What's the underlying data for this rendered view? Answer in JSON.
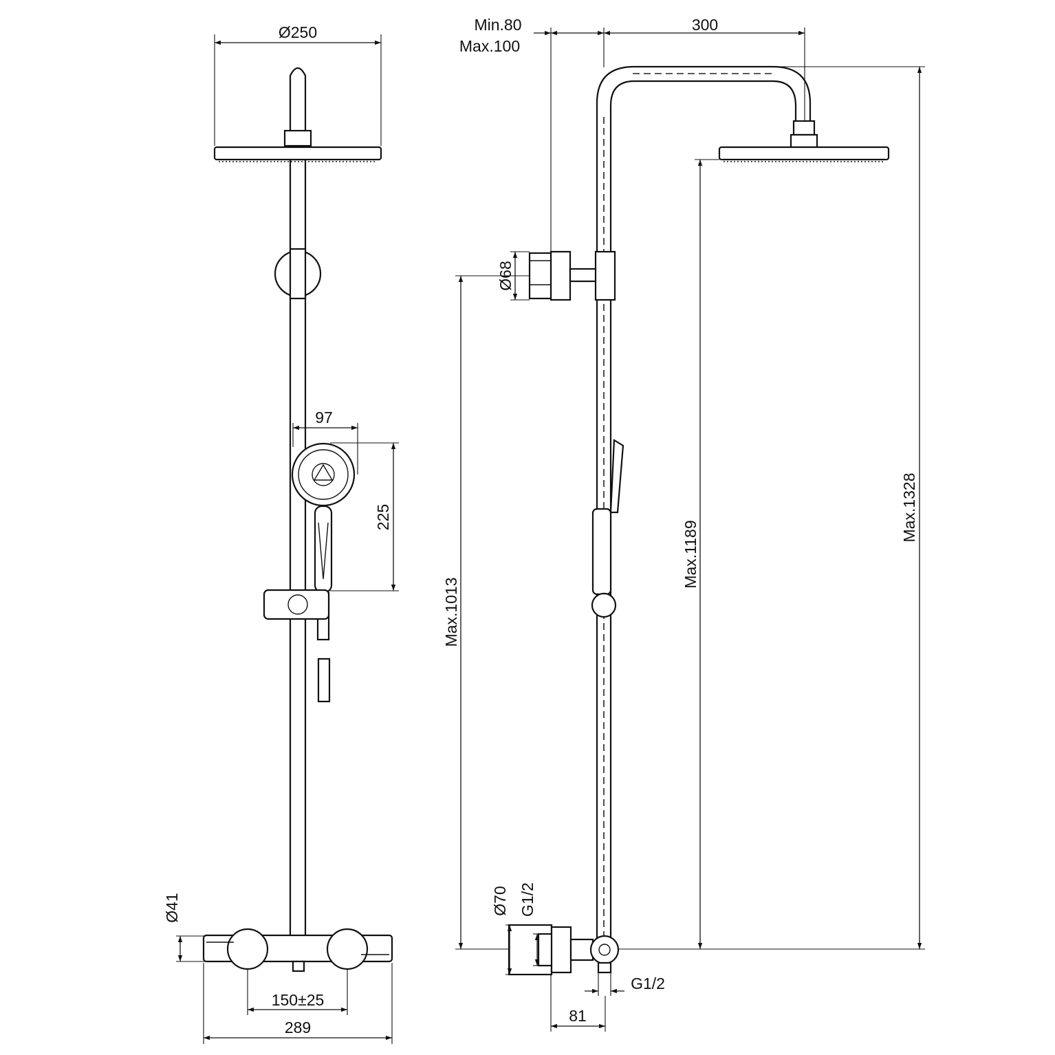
{
  "dimensions": {
    "head_diameter": "Ø250",
    "min_80": "Min.80",
    "max_100": "Max.100",
    "arm_300": "300",
    "handshower_97": "97",
    "handshower_225": "225",
    "bracket_d68": "Ø68",
    "max_1013": "Max.1013",
    "max_1189": "Max.1189",
    "max_1328": "Max.1328",
    "mixer_d41": "Ø41",
    "centres": "150±25",
    "mixer_width": "289",
    "inlet_d70": "Ø70",
    "thread_g12_vertical": "G1/2",
    "thread_g12_outlet": "G1/2",
    "offset_81": "81"
  }
}
